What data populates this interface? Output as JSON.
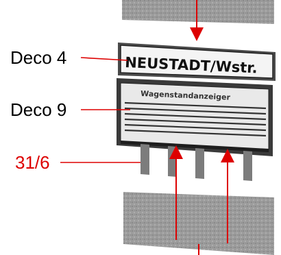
{
  "labels": {
    "sign_name": "NEUSTADT/Wstr.",
    "timetable_heading": "Wagenstandanzeiger",
    "callout_top": "Deco 4",
    "callout_middle": "Deco 9",
    "callout_bottom": "31/6"
  },
  "colors": {
    "callout_black": "#000000",
    "callout_red": "#dd0000",
    "arrow_red": "#dd0000",
    "slab_grey": "#9a9a9a"
  }
}
